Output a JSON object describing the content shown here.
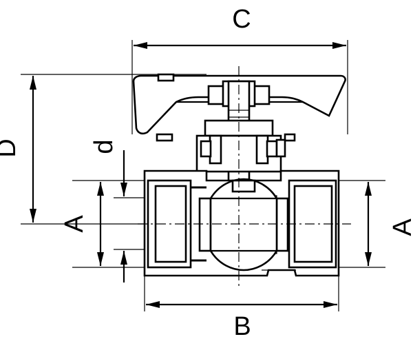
{
  "dimensions": {
    "overall_height": "D",
    "handle_length": "C",
    "body_length": "B",
    "port_diameter": "d",
    "thread_left": "A",
    "thread_right": "A"
  }
}
